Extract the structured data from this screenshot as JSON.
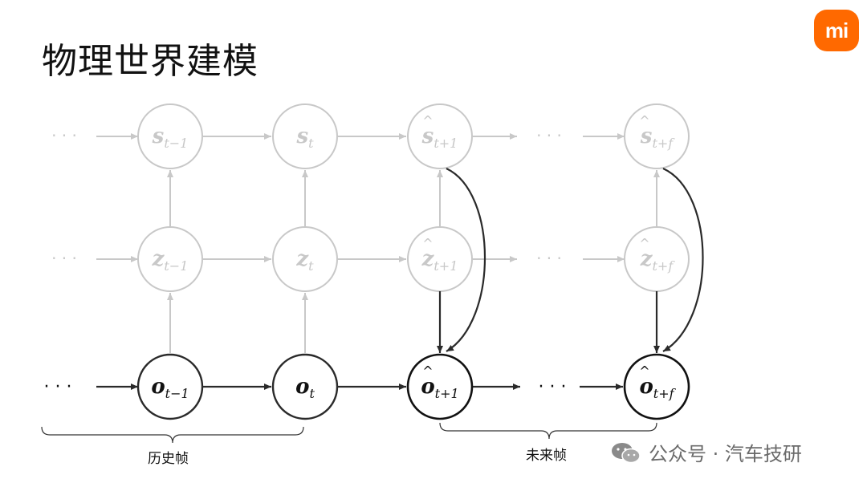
{
  "title": "物理世界建模",
  "logo": {
    "text": "mi",
    "color": "#ff6900"
  },
  "ellipsis": "· · ·",
  "nodes": {
    "s_prev": {
      "base": "s",
      "sub": "t−1",
      "hat": false
    },
    "s_t": {
      "base": "s",
      "sub": "t",
      "hat": false
    },
    "s_next": {
      "base": "s",
      "sub": "t+1",
      "hat": true
    },
    "s_f": {
      "base": "s",
      "sub": "t+f",
      "hat": true
    },
    "z_prev": {
      "base": "z",
      "sub": "t−1",
      "hat": false
    },
    "z_t": {
      "base": "z",
      "sub": "t",
      "hat": false
    },
    "z_next": {
      "base": "z",
      "sub": "t+1",
      "hat": true
    },
    "z_f": {
      "base": "z",
      "sub": "t+f",
      "hat": true
    },
    "o_prev": {
      "base": "o",
      "sub": "t−1",
      "hat": false
    },
    "o_t": {
      "base": "o",
      "sub": "t",
      "hat": false
    },
    "o_next": {
      "base": "o",
      "sub": "t+1",
      "hat": true
    },
    "o_f": {
      "base": "o",
      "sub": "t+f",
      "hat": true
    }
  },
  "brackets": {
    "history": "历史帧",
    "future": "未来帧"
  },
  "watermark": "公众号 · 汽车技研",
  "colors": {
    "faded": "#c8c8c8",
    "dark": "#2a2a2a"
  }
}
